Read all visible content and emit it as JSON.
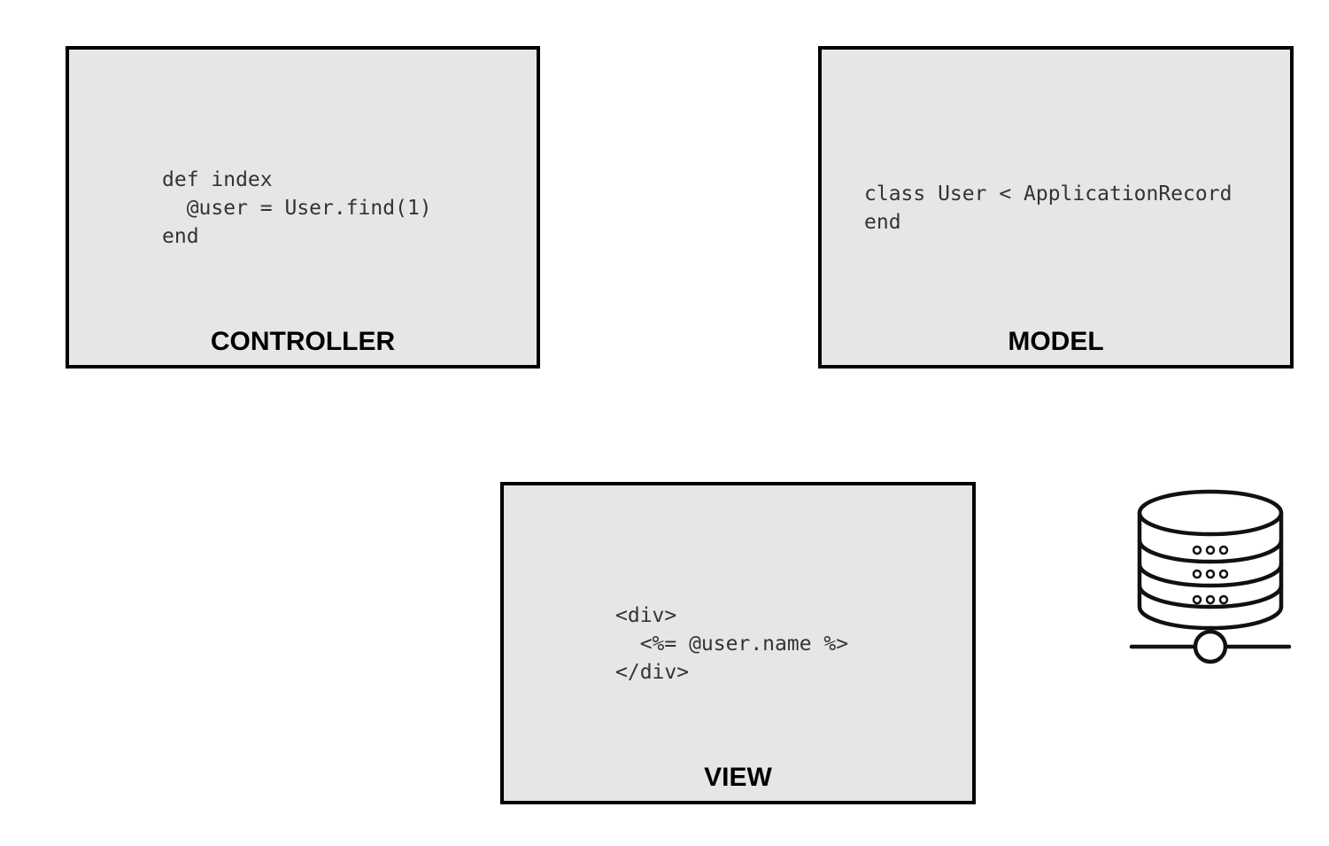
{
  "components": {
    "controller": {
      "label": "CONTROLLER",
      "code": "def index\n  @user = User.find(1)\nend"
    },
    "model": {
      "label": "MODEL",
      "code": "class User < ApplicationRecord\nend"
    },
    "view": {
      "label": "VIEW",
      "code": "<div>\n  <%= @user.name %>\n</div>"
    }
  },
  "database": {
    "icon": "database-server-icon"
  },
  "colors": {
    "box_fill": "#e6e6e6",
    "box_border": "#000000",
    "code_text": "#333333",
    "label_text": "#000000"
  }
}
